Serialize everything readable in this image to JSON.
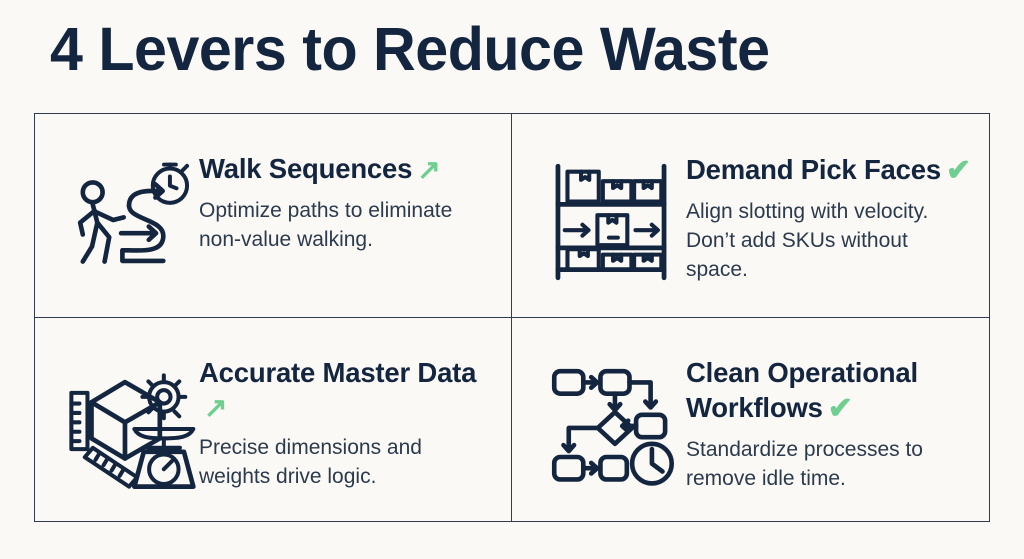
{
  "title": "4 Levers to Reduce Waste",
  "theme": {
    "background": "#faf9f5",
    "navy": "#14253f",
    "body_text": "#2c3a4d",
    "border": "#2d3c52",
    "accent_green": "#6ecf90"
  },
  "cards": [
    {
      "heading": "Walk Sequences",
      "marker": "↗",
      "marker_name": "arrow-up-right-icon",
      "marker_type": "arrow",
      "body": "Optimize paths to eliminate non-value walking.",
      "icon_name": "walking-person-path-stopwatch-icon"
    },
    {
      "heading": "Demand Pick Faces",
      "marker": "✔",
      "marker_name": "checkmark-icon",
      "marker_type": "check",
      "body": "Align slotting with velocity. Don’t add SKUs without space.",
      "icon_name": "warehouse-rack-boxes-icon"
    },
    {
      "heading": "Accurate Master Data",
      "marker": "↗",
      "marker_name": "arrow-up-right-icon",
      "marker_type": "arrow",
      "body": "Precise dimensions and weights drive logic.",
      "icon_name": "box-ruler-gear-scale-icon"
    },
    {
      "heading": "Clean Operational Workflows",
      "marker": "✔",
      "marker_name": "checkmark-icon",
      "marker_type": "check",
      "body": "Standardize processes to remove idle time.",
      "icon_name": "flowchart-clock-icon"
    }
  ]
}
